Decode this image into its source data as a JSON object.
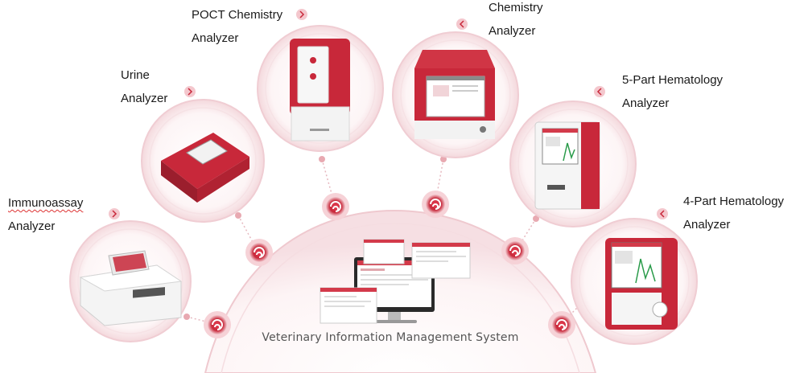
{
  "system": {
    "title": "Veterinary Information Management System"
  },
  "devices": [
    {
      "id": "immunoassay",
      "line1": "Immunoassay",
      "line2": "Analyzer"
    },
    {
      "id": "urine",
      "line1": "Urine",
      "line2": "Analyzer"
    },
    {
      "id": "poct",
      "line1": "POCT Chemistry",
      "line2": "Analyzer"
    },
    {
      "id": "chemistry",
      "line1": "Chemistry",
      "line2": "Analyzer"
    },
    {
      "id": "hema5",
      "line1": "5-Part Hematology",
      "line2": "Analyzer"
    },
    {
      "id": "hema4",
      "line1": "4-Part Hematology",
      "line2": "Analyzer"
    }
  ],
  "colors": {
    "accent": "#c8283a",
    "ring": "#f3d6da",
    "glow": "#fbe9ec"
  }
}
